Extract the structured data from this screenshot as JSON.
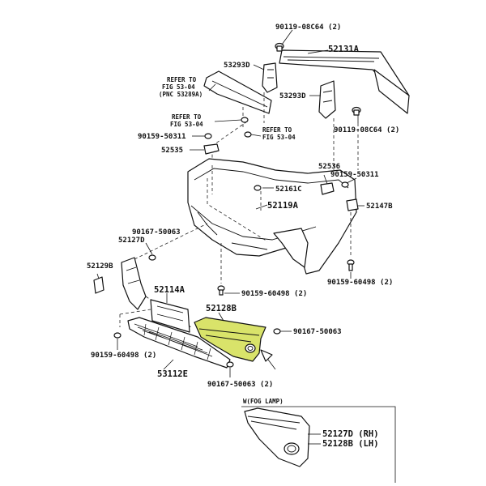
{
  "labels": {
    "p90119_top": "90119-08C64 (2)",
    "p52131A": "52131A",
    "p53293D_a": "53293D",
    "p53293D_b": "53293D",
    "refer_a_1": "REFER TO",
    "refer_a_2": "FIG 53-04",
    "refer_a_3": "(PNC 53289A)",
    "p90119_right": "90119-08C64 (2)",
    "refer_b_1": "REFER TO",
    "refer_b_2": "FIG 53-04",
    "refer_c_1": "REFER TO",
    "refer_c_2": "FIG 53-04",
    "p90159_50311_left": "90159-50311",
    "p52535": "52535",
    "p52536": "52536",
    "p90159_50311_right": "90159-50311",
    "p52161C": "52161C",
    "p52147B": "52147B",
    "p52119A": "52119A",
    "p90167_50063_top": "90167-50063",
    "p52127D": "52127D",
    "p52129B": "52129B",
    "p90159_60498_right": "90159-60498 (2)",
    "p90159_60498_mid": "90159-60498 (2)",
    "p52114A": "52114A",
    "p52128B": "52128B",
    "p90167_50063_mid": "90167-50063",
    "p90159_60498_left": "90159-60498 (2)",
    "p53112E": "53112E",
    "p90167_50063_bot": "90167-50063 (2)",
    "inset_title": "W(FOG LAMP)",
    "inset_rh": "52127D (RH)",
    "inset_lh": "52128B (LH)"
  },
  "colors": {
    "highlight": "#d9e36a",
    "line": "#111111"
  }
}
